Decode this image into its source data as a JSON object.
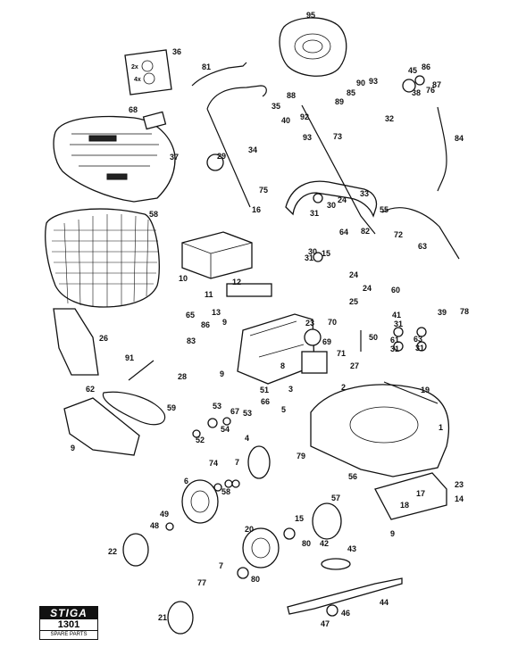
{
  "brand": {
    "logo": "STIGA",
    "model": "1301",
    "subtitle": "SPARE PARTS"
  },
  "bag_label": {
    "line1": "2x",
    "line2": "4x"
  },
  "part_numbers": [
    "95",
    "36",
    "81",
    "45",
    "86",
    "90",
    "93",
    "87",
    "38",
    "76",
    "85",
    "89",
    "32",
    "88",
    "35",
    "68",
    "92",
    "40",
    "93",
    "84",
    "73",
    "37",
    "34",
    "29",
    "33",
    "24",
    "75",
    "30",
    "31",
    "16",
    "58",
    "55",
    "72",
    "64",
    "82",
    "63",
    "30",
    "15",
    "24",
    "31",
    "12",
    "10",
    "11",
    "24",
    "60",
    "25",
    "13",
    "23",
    "41",
    "39",
    "78",
    "31",
    "65",
    "86",
    "9",
    "70",
    "83",
    "69",
    "61",
    "31",
    "26",
    "50",
    "63",
    "31",
    "51",
    "91",
    "8",
    "71",
    "27",
    "28",
    "9",
    "3",
    "2",
    "19",
    "62",
    "66",
    "53",
    "67",
    "56",
    "59",
    "53",
    "54",
    "52",
    "1",
    "5",
    "4",
    "79",
    "9",
    "7",
    "74",
    "6",
    "58",
    "57",
    "17",
    "23",
    "49",
    "14",
    "18",
    "48",
    "15",
    "9",
    "42",
    "20",
    "22",
    "80",
    "43",
    "7",
    "80",
    "77",
    "44",
    "46",
    "21",
    "47"
  ]
}
